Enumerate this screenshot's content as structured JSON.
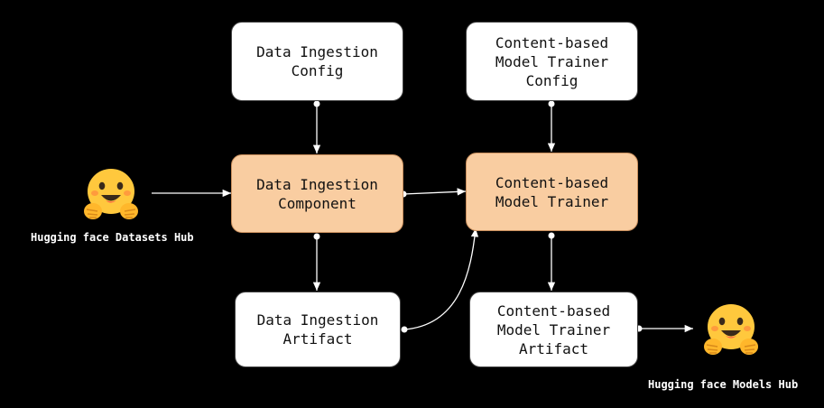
{
  "diagram": {
    "nodes": {
      "ingestion_config": "Data Ingestion\nConfig",
      "trainer_config": "Content-based\nModel Trainer\nConfig",
      "ingestion_component": "Data Ingestion\nComponent",
      "model_trainer": "Content-based\nModel Trainer",
      "ingestion_artifact": "Data Ingestion\nArtifact",
      "trainer_artifact": "Content-based\nModel Trainer\nArtifact"
    },
    "hubs": {
      "datasets": {
        "label": "Hugging face Datasets Hub",
        "icon": "hugging-face-emoji"
      },
      "models": {
        "label": "Hugging face Models Hub",
        "icon": "hugging-face-emoji"
      }
    },
    "colors": {
      "background": "#000000",
      "box_white": "#ffffff",
      "box_accent": "#f9cda1",
      "arrow": "#ffffff",
      "label_text": "#ffffff"
    }
  }
}
